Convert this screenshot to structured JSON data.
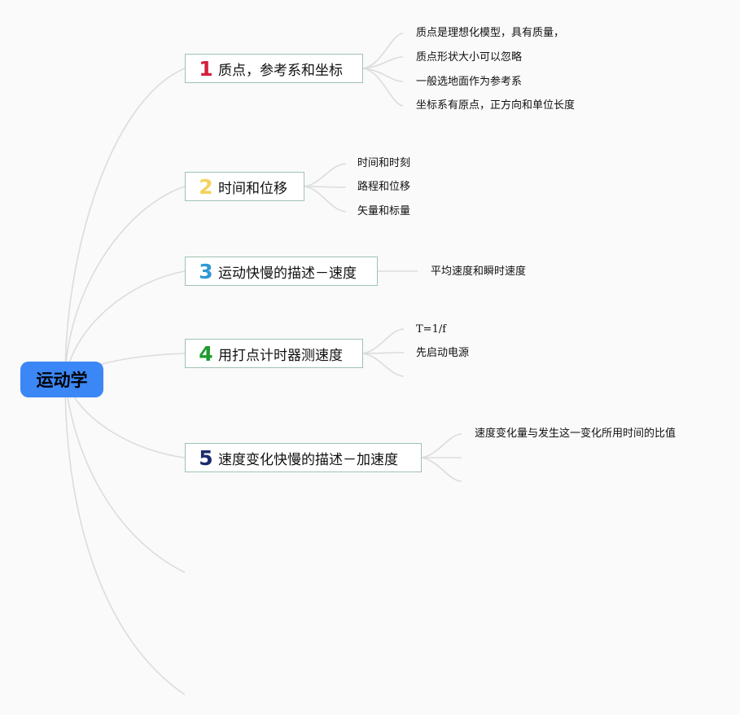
{
  "root": {
    "label": "运动学"
  },
  "branches": [
    {
      "number": "1",
      "color": "#d21f3c",
      "label": "质点，参考系和坐标",
      "children": [
        "质点是理想化模型，具有质量，",
        "质点形状大小可以忽略",
        "一般选地面作为参考系",
        "坐标系有原点，正方向和单位长度"
      ]
    },
    {
      "number": "2",
      "color": "#f3d35a",
      "label": "时间和位移",
      "children": [
        "时间和时刻",
        "路程和位移",
        "矢量和标量"
      ]
    },
    {
      "number": "3",
      "color": "#2e98d6",
      "label": "运动快慢的描述－速度",
      "children": [
        "平均速度和瞬时速度"
      ]
    },
    {
      "number": "4",
      "color": "#1e9a2e",
      "label": "用打点计时器测速度",
      "children": [
        "T=1/f",
        "先启动电源",
        ""
      ]
    },
    {
      "number": "5",
      "color": "#1c2a6e",
      "label": "速度变化快慢的描述－加速度",
      "children": [
        "速度变化量与发生这一变化所用时间的比值",
        "",
        ""
      ]
    }
  ],
  "colors": {
    "link": "#dcdcdc",
    "branch_border": "#9fc2b3",
    "root_fill": "#3b87f6"
  }
}
